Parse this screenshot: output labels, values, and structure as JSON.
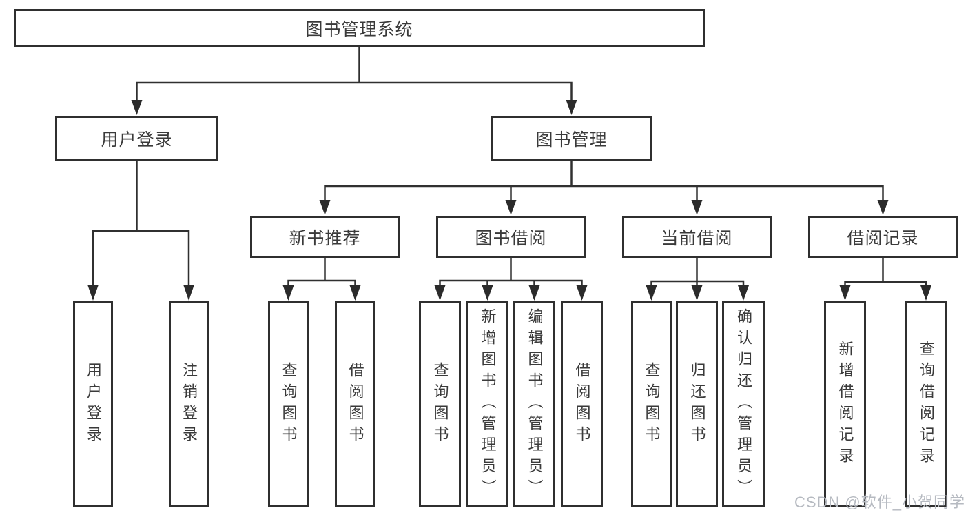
{
  "diagram_type": "tree",
  "tree": {
    "label": "图书管理系统",
    "children": [
      {
        "label": "用户登录",
        "children": [
          {
            "label": "用户登录"
          },
          {
            "label": "注销登录"
          }
        ]
      },
      {
        "label": "图书管理",
        "children": [
          {
            "label": "新书推荐",
            "children": [
              {
                "label": "查询图书"
              },
              {
                "label": "借阅图书"
              }
            ]
          },
          {
            "label": "图书借阅",
            "children": [
              {
                "label": "查询图书"
              },
              {
                "label": "新增图书（管理员）"
              },
              {
                "label": "编辑图书（管理员）"
              },
              {
                "label": "借阅图书"
              }
            ]
          },
          {
            "label": "当前借阅",
            "children": [
              {
                "label": "查询图书"
              },
              {
                "label": "归还图书"
              },
              {
                "label": "确认归还（管理员）"
              }
            ]
          },
          {
            "label": "借阅记录",
            "children": [
              {
                "label": "新增借阅记录"
              },
              {
                "label": "查询借阅记录"
              }
            ]
          }
        ]
      }
    ]
  },
  "watermark": "CSDN @软件_小贺同学",
  "colors": {
    "background": "#ffffff",
    "line": "#303030",
    "box_border": "#2f2f2f",
    "text": "#3a3a3a",
    "watermark_text": "#b6bac1"
  }
}
